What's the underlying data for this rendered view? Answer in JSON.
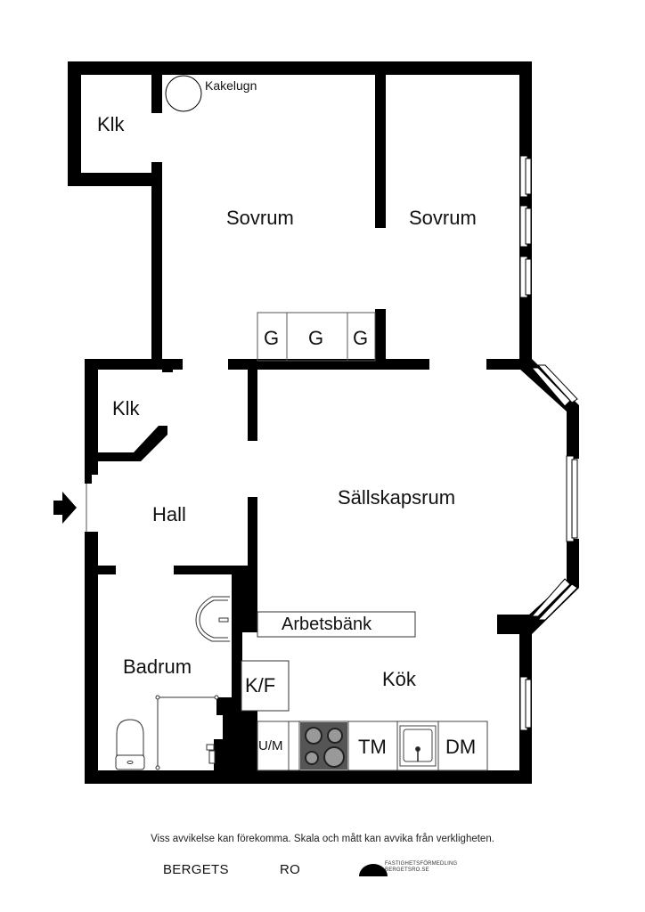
{
  "floorplan": {
    "rooms": {
      "klk_top": "Klk",
      "kakelugn": "Kakelugn",
      "sovrum_left": "Sovrum",
      "sovrum_right": "Sovrum",
      "klk_hall": "Klk",
      "hall": "Hall",
      "sallskapsrum": "Sällskapsrum",
      "badrum": "Badrum",
      "kok": "Kök"
    },
    "fixtures": {
      "wardrobe_1": "G",
      "wardrobe_2": "G",
      "wardrobe_3": "G",
      "workbench": "Arbetsbänk",
      "fridge_freezer": "K/F",
      "oven_microwave": "U/M",
      "dryer": "TM",
      "dishwasher": "DM"
    },
    "colors": {
      "wall": "#000000",
      "stove": "#555555",
      "burner": "#999999",
      "background": "#ffffff"
    }
  },
  "footer": {
    "disclaimer": "Viss avvikelse kan förekomma. Skala och mått kan avvika från verkligheten.",
    "brand_left": "BERGETS",
    "brand_right": "RO",
    "agency_line1": "FASTIGHETSFÖRMEDLING",
    "agency_line2": "BERGETSRO.SE"
  }
}
